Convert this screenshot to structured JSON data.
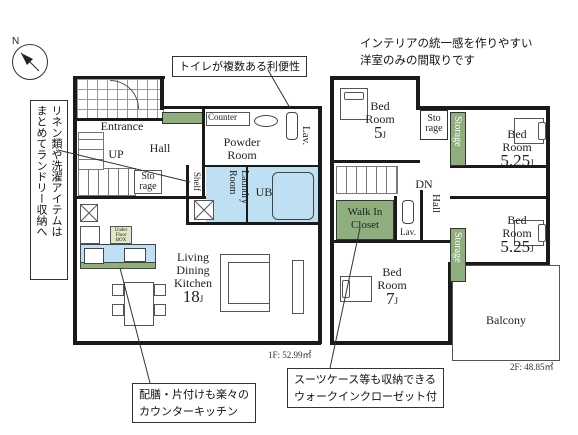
{
  "compass": {
    "label": "N"
  },
  "callouts": {
    "toilet": "トイレが複数ある利便性",
    "interior": [
      "インテリアの統一感を作りやすい",
      "洋室のみの間取りです"
    ],
    "linen": [
      "リネン類や洗濯アイテムは",
      "まとめてランドリー収納へ"
    ],
    "counter_kitchen": [
      "配膳・片付けも楽々の",
      "カウンターキッチン"
    ],
    "walkin": [
      "スーツケース等も収納できる",
      "ウォークインクローゼット付"
    ]
  },
  "floor1": {
    "area": "1F: 52.99㎡",
    "entrance": "Entrance",
    "up": "UP",
    "hall": "Hall",
    "storage": [
      "Sto",
      "rage"
    ],
    "counter": "Counter",
    "powder_room": [
      "Powder",
      "Room"
    ],
    "lav": "Lav.",
    "shelf": "Shelf",
    "laundry_room": "Laundry Room",
    "ub": "UB",
    "ldk": [
      "Living",
      "Dining",
      "Kitchen"
    ],
    "ldk_size": "18",
    "unit": "J",
    "fridge": [
      "Under",
      "Floor",
      "BOX"
    ]
  },
  "floor2": {
    "area": "2F: 48.85㎡",
    "bed1": [
      "Bed",
      "Room"
    ],
    "bed1_size": "5",
    "bed2": [
      "Bed",
      "Room"
    ],
    "bed2_size": "5.25",
    "bed3": [
      "Bed",
      "Room"
    ],
    "bed3_size": "5.25",
    "bed4": [
      "Bed",
      "Room"
    ],
    "bed4_size": "7",
    "unit": "J",
    "storage": [
      "Sto",
      "rage"
    ],
    "storage_v1": "Storage",
    "storage_v2": "Storage",
    "dn": "DN",
    "hall": "Hall",
    "walkin": [
      "Walk In",
      "Closet"
    ],
    "lav": "Lav.",
    "balcony": "Balcony"
  }
}
